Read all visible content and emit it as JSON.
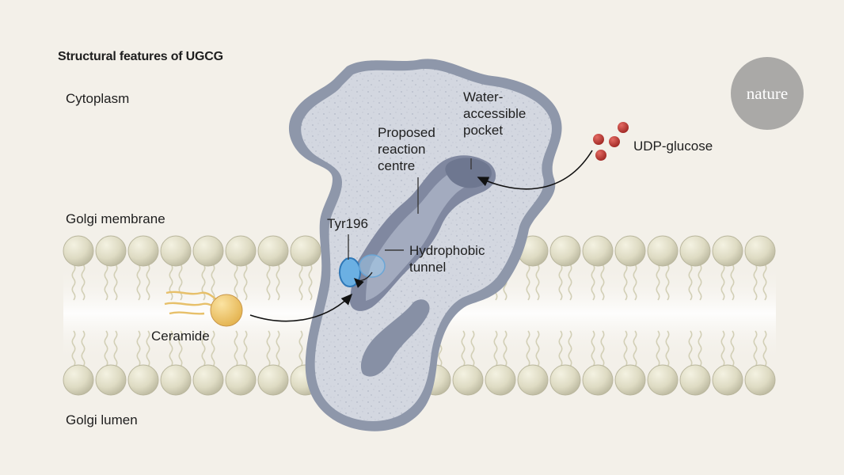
{
  "figure": {
    "title": "Structural features of UGCG",
    "regions": {
      "cytoplasm": "Cytoplasm",
      "membrane": "Golgi membrane",
      "lumen": "Golgi lumen"
    },
    "features": {
      "pocket": "Water-\naccessible\npocket",
      "reaction_centre": "Proposed\nreaction\ncentre",
      "residue": "Tyr196",
      "tunnel": "Hydrophobic\ntunnel"
    },
    "substrates": {
      "udp_glucose": "UDP-glucose",
      "ceramide": "Ceramide"
    },
    "logo": "nature"
  },
  "colors": {
    "background": "#f3f0e9",
    "lipid_head": "#dfdcc5",
    "protein_fill": "#d1d5df",
    "protein_edge": "#8a93a6",
    "channel": "#7a8397",
    "tyr196": "#6bb0e3",
    "ceramide_head": "#f0c765",
    "udp_glucose": "#b5322e"
  }
}
